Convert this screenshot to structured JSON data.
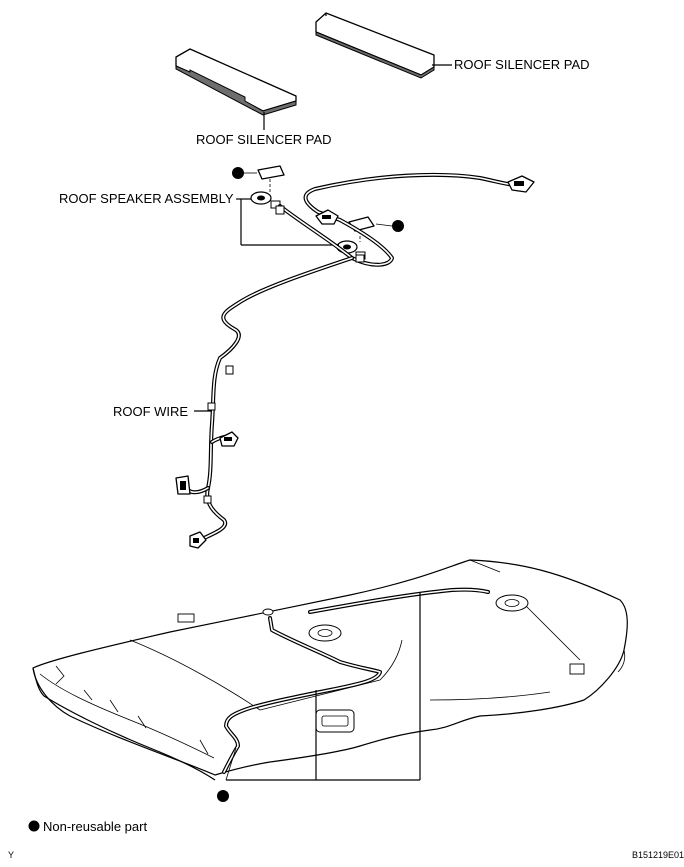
{
  "labels": {
    "pad_right": "ROOF SILENCER PAD",
    "pad_left": "ROOF SILENCER PAD",
    "speaker": "ROOF SPEAKER ASSEMBLY",
    "wire": "ROOF WIRE"
  },
  "legend": {
    "text": "Non-reusable part"
  },
  "footer": {
    "left": "Y",
    "code": "B151219E01"
  }
}
